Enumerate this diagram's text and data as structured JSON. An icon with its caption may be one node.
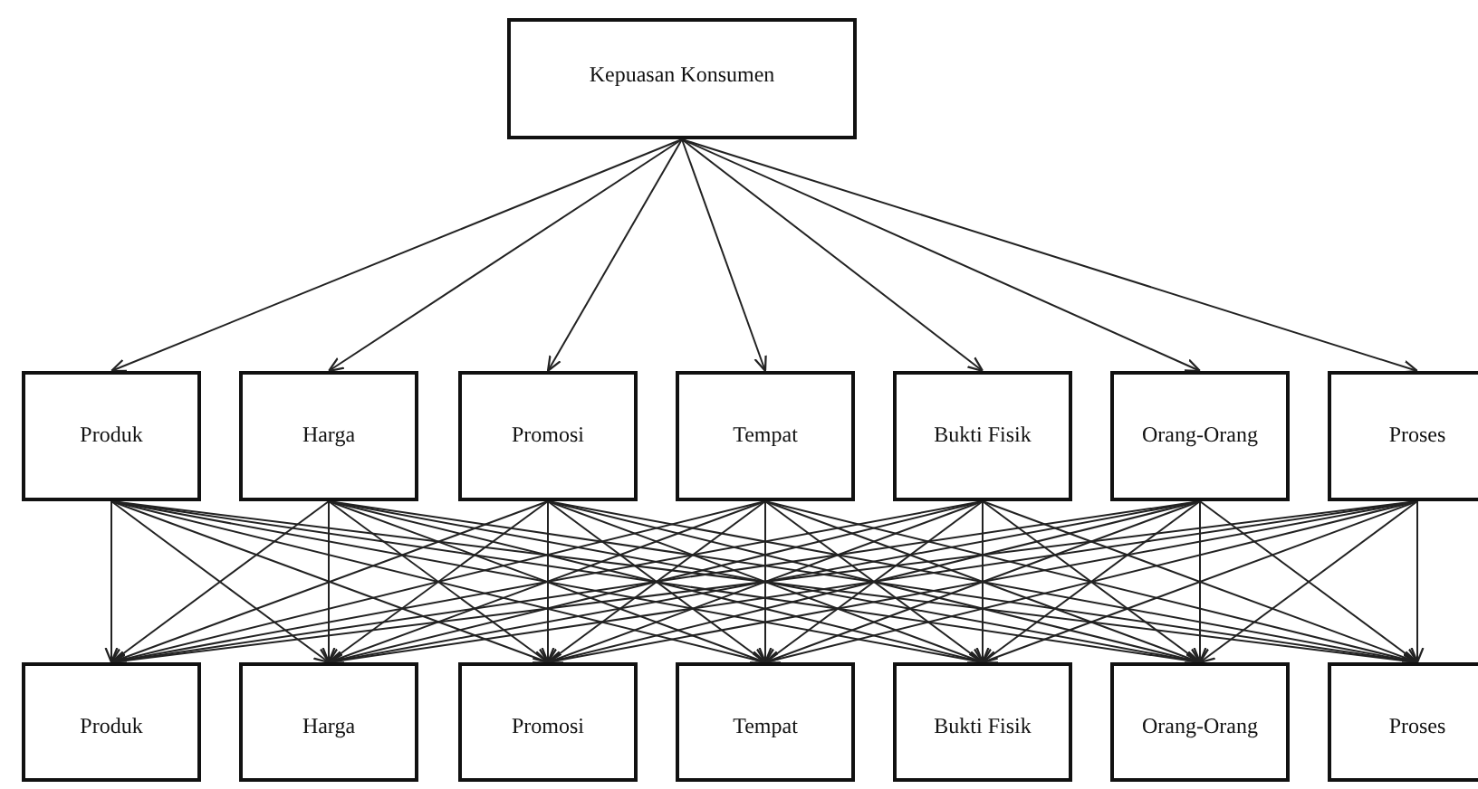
{
  "diagram": {
    "nodes": [
      {
        "text": [
          "Kepuasan Konsumen"
        ]
      },
      {
        "text": [
          "Produk"
        ]
      },
      {
        "text": [
          "Harga"
        ]
      },
      {
        "text": [
          "Promosi"
        ]
      },
      {
        "text": [
          "Tempat"
        ]
      },
      {
        "text": [
          "Bukti Fisik"
        ]
      },
      {
        "text": [
          "Orang-Orang"
        ]
      },
      {
        "text": [
          "Proses"
        ]
      },
      {
        "text": [
          "Produk"
        ]
      },
      {
        "text": [
          "Harga"
        ]
      },
      {
        "text": [
          "Promosi"
        ]
      },
      {
        "text": [
          "Tempat"
        ]
      },
      {
        "text": [
          "Bukti Fisik"
        ]
      },
      {
        "text": [
          "Orang-Orang"
        ]
      },
      {
        "text": [
          "Proses"
        ]
      }
    ],
    "edges": [
      {
        "from": 0,
        "to": 1,
        "arrow": "to"
      },
      {
        "from": 0,
        "to": 2,
        "arrow": "to"
      },
      {
        "from": 0,
        "to": 3,
        "arrow": "to"
      },
      {
        "from": 0,
        "to": 4,
        "arrow": "to"
      },
      {
        "from": 0,
        "to": 5,
        "arrow": "to"
      },
      {
        "from": 0,
        "to": 6,
        "arrow": "to"
      },
      {
        "from": 0,
        "to": 7,
        "arrow": "to"
      },
      {
        "from": 1,
        "to": 8,
        "arrow": "to"
      },
      {
        "from": 1,
        "to": 9,
        "arrow": "to"
      },
      {
        "from": 1,
        "to": 10,
        "arrow": "to"
      },
      {
        "from": 1,
        "to": 11,
        "arrow": "to"
      },
      {
        "from": 1,
        "to": 12,
        "arrow": "to"
      },
      {
        "from": 1,
        "to": 13,
        "arrow": "to"
      },
      {
        "from": 1,
        "to": 14,
        "arrow": "to"
      },
      {
        "from": 2,
        "to": 8,
        "arrow": "to"
      },
      {
        "from": 2,
        "to": 9,
        "arrow": "to"
      },
      {
        "from": 2,
        "to": 10,
        "arrow": "to"
      },
      {
        "from": 2,
        "to": 11,
        "arrow": "to"
      },
      {
        "from": 2,
        "to": 12,
        "arrow": "to"
      },
      {
        "from": 2,
        "to": 13,
        "arrow": "to"
      },
      {
        "from": 2,
        "to": 14,
        "arrow": "to"
      },
      {
        "from": 3,
        "to": 8,
        "arrow": "to"
      },
      {
        "from": 3,
        "to": 9,
        "arrow": "to"
      },
      {
        "from": 3,
        "to": 10,
        "arrow": "to"
      },
      {
        "from": 3,
        "to": 11,
        "arrow": "to"
      },
      {
        "from": 3,
        "to": 12,
        "arrow": "to"
      },
      {
        "from": 3,
        "to": 13,
        "arrow": "to"
      },
      {
        "from": 3,
        "to": 14,
        "arrow": "to"
      },
      {
        "from": 4,
        "to": 8,
        "arrow": "to"
      },
      {
        "from": 4,
        "to": 9,
        "arrow": "to"
      },
      {
        "from": 4,
        "to": 10,
        "arrow": "to"
      },
      {
        "from": 4,
        "to": 11,
        "arrow": "to"
      },
      {
        "from": 4,
        "to": 12,
        "arrow": "to"
      },
      {
        "from": 4,
        "to": 13,
        "arrow": "to"
      },
      {
        "from": 4,
        "to": 14,
        "arrow": "to"
      },
      {
        "from": 5,
        "to": 8,
        "arrow": "to"
      },
      {
        "from": 5,
        "to": 9,
        "arrow": "to"
      },
      {
        "from": 5,
        "to": 10,
        "arrow": "to"
      },
      {
        "from": 5,
        "to": 11,
        "arrow": "to"
      },
      {
        "from": 5,
        "to": 12,
        "arrow": "to"
      },
      {
        "from": 5,
        "to": 13,
        "arrow": "to"
      },
      {
        "from": 5,
        "to": 14,
        "arrow": "to"
      },
      {
        "from": 6,
        "to": 8,
        "arrow": "to"
      },
      {
        "from": 6,
        "to": 9,
        "arrow": "to"
      },
      {
        "from": 6,
        "to": 10,
        "arrow": "to"
      },
      {
        "from": 6,
        "to": 11,
        "arrow": "to"
      },
      {
        "from": 6,
        "to": 12,
        "arrow": "to"
      },
      {
        "from": 6,
        "to": 13,
        "arrow": "to"
      },
      {
        "from": 6,
        "to": 14,
        "arrow": "to"
      },
      {
        "from": 7,
        "to": 8,
        "arrow": "to"
      },
      {
        "from": 7,
        "to": 9,
        "arrow": "to"
      },
      {
        "from": 7,
        "to": 10,
        "arrow": "to"
      },
      {
        "from": 7,
        "to": 11,
        "arrow": "to"
      },
      {
        "from": 7,
        "to": 12,
        "arrow": "to"
      },
      {
        "from": 7,
        "to": 13,
        "arrow": "to"
      },
      {
        "from": 7,
        "to": 14,
        "arrow": "to"
      }
    ]
  }
}
